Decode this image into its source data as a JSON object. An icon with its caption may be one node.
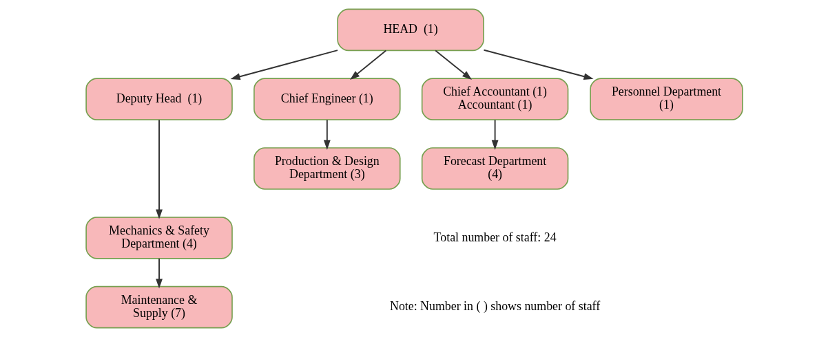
{
  "diagram": {
    "nodes": [
      {
        "text": [
          "HEAD  (1)"
        ]
      },
      {
        "text": [
          "Deputy Head  (1)"
        ]
      },
      {
        "text": [
          "Chief Engineer (1)"
        ]
      },
      {
        "text": [
          "Chief Accountant (1)",
          "Accountant (1)"
        ]
      },
      {
        "text": [
          "Personnel Department (1)"
        ]
      },
      {
        "text": [
          "Mechanics & Safety Department (4)"
        ]
      },
      {
        "text": [
          "Production & Design Department (3)"
        ]
      },
      {
        "text": [
          "Forecast Department (4)"
        ]
      },
      {
        "text": [
          "Maintenance & Supply (7)"
        ]
      }
    ],
    "edges": [
      {
        "from": 0,
        "to": 1,
        "arrow": "to"
      },
      {
        "from": 0,
        "to": 2,
        "arrow": "to"
      },
      {
        "from": 0,
        "to": 3,
        "arrow": "to"
      },
      {
        "from": 0,
        "to": 4,
        "arrow": "to"
      },
      {
        "from": 1,
        "to": 5,
        "arrow": "to"
      },
      {
        "from": 2,
        "to": 6,
        "arrow": "to"
      },
      {
        "from": 3,
        "to": 7,
        "arrow": "to"
      },
      {
        "from": 5,
        "to": 8,
        "arrow": "to"
      }
    ],
    "labels": [
      "Total number of staff: 24",
      "Note: Number in ( ) shows number of staff"
    ]
  }
}
